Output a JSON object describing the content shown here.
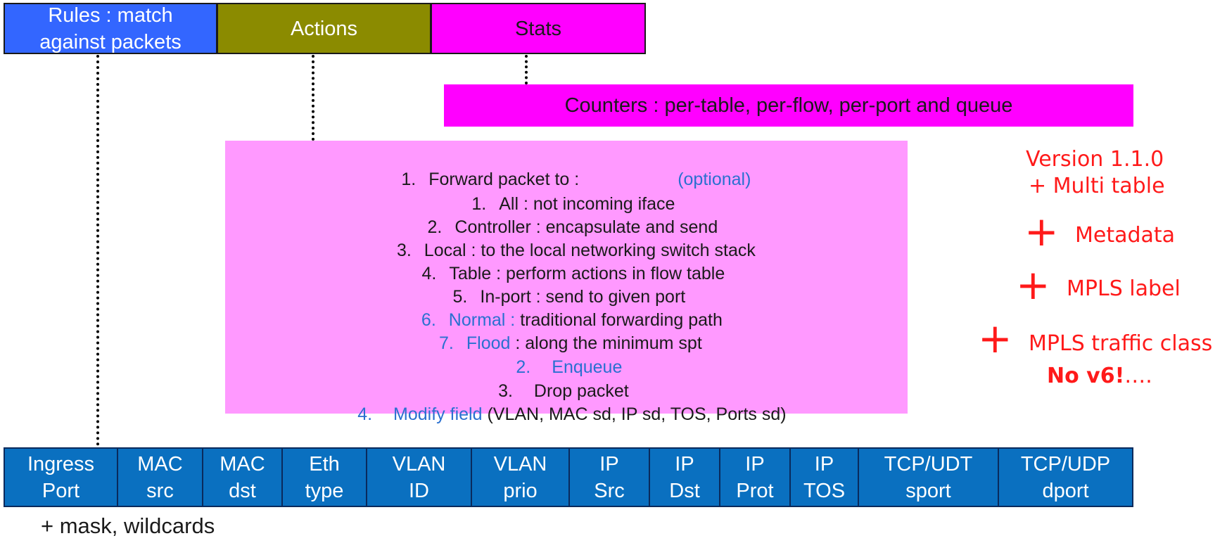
{
  "header": {
    "rules_line1": "Rules : match",
    "rules_line2": "against packets",
    "actions": "Actions",
    "stats": "Stats"
  },
  "counters": "Counters : per-table, per-flow, per-port and queue",
  "actions_list": {
    "l1_num": "1.",
    "l1_text": "Forward packet to :",
    "l1_optional": "(optional)",
    "forward_items": [
      {
        "num": "1.",
        "label": "All",
        "desc": " : not incoming iface"
      },
      {
        "num": "2.",
        "label": "Controller",
        "desc": " : encapsulate and send"
      },
      {
        "num": "3.",
        "label": "Local",
        "desc": " : to the local networking switch stack"
      },
      {
        "num": "4.",
        "label": "Table",
        "desc": " : perform actions in flow table"
      },
      {
        "num": "5.",
        "label": "In-port",
        "desc": " : send to given port"
      },
      {
        "num": "6.",
        "label": "Normal :",
        "desc": " traditional forwarding path"
      },
      {
        "num": "7.",
        "label": "Flood",
        "desc": " : along the minimum spt"
      }
    ],
    "l2_num": "2.",
    "l2_text": "Enqueue",
    "l3_num": "3.",
    "l3_text": "Drop packet",
    "l4_num": "4.",
    "l4_label": "Modify field",
    "l4_desc": " (VLAN, MAC sd, IP sd, TOS, Ports sd)"
  },
  "version": {
    "line1": "Version 1.1.0",
    "line2": "+ Multi table",
    "plus": "+",
    "metadata": "Metadata",
    "mpls_label": "MPLS label",
    "mpls_tc": "MPLS traffic class",
    "no_v6": "No v6!",
    "ellipsis": "…."
  },
  "fields": [
    {
      "top": "Ingress",
      "bottom": "Port"
    },
    {
      "top": "MAC",
      "bottom": "src"
    },
    {
      "top": "MAC",
      "bottom": "dst"
    },
    {
      "top": "Eth",
      "bottom": "type"
    },
    {
      "top": "VLAN",
      "bottom": "ID"
    },
    {
      "top": "VLAN",
      "bottom": "prio"
    },
    {
      "top": "IP",
      "bottom": "Src"
    },
    {
      "top": "IP",
      "bottom": "Dst"
    },
    {
      "top": "IP",
      "bottom": "Prot"
    },
    {
      "top": "IP",
      "bottom": "TOS"
    },
    {
      "top": "TCP/UDT",
      "bottom": "sport"
    },
    {
      "top": "TCP/UDP",
      "bottom": "dport"
    }
  ],
  "mask_note": "+ mask, wildcards",
  "colors": {
    "rules": "#3366ff",
    "actions": "#8b8b00",
    "stats": "#ff00ff",
    "actions_box": "#ff99ff",
    "fields": "#0a70c0",
    "accent_blue": "#2a70d0",
    "red": "#ff1a1a"
  }
}
